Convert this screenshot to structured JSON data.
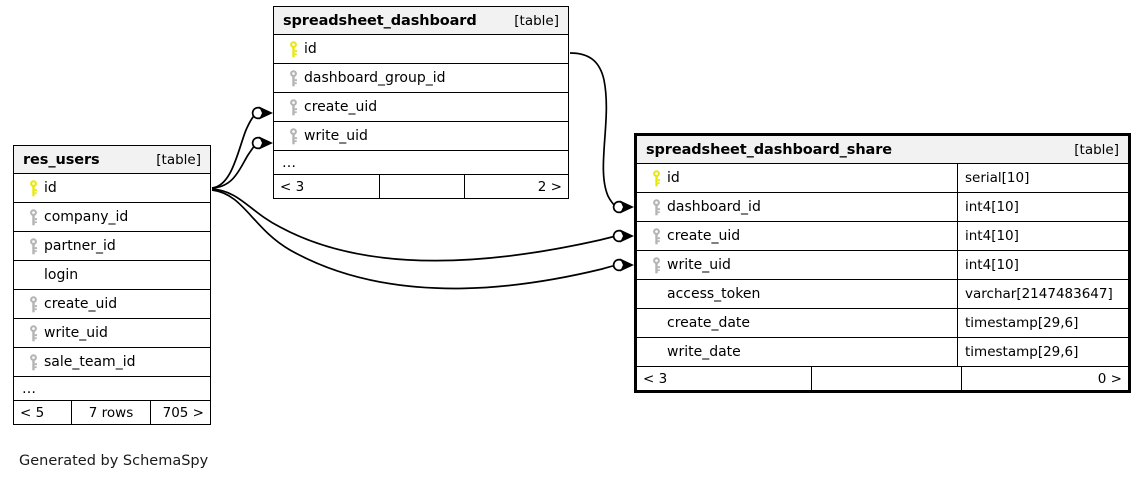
{
  "diagram": {
    "tool": "SchemaSpy",
    "credit": "Generated by SchemaSpy",
    "table_tag": "[table]",
    "ellipsis": "…",
    "colors": {
      "primary_key_icon": "#e8e80d",
      "foreign_key_icon": "#b4b4b4",
      "table_border": "#000000",
      "header_background": "#f2f2f2",
      "page_background": "#ffffff",
      "text": "#000000"
    }
  },
  "tables": {
    "res_users": {
      "name": "res_users",
      "tag": "[table]",
      "columns": [
        {
          "name": "id",
          "key": "primary"
        },
        {
          "name": "company_id",
          "key": "foreign"
        },
        {
          "name": "partner_id",
          "key": "foreign"
        },
        {
          "name": "login",
          "key": "none"
        },
        {
          "name": "create_uid",
          "key": "foreign"
        },
        {
          "name": "write_uid",
          "key": "foreign"
        },
        {
          "name": "sale_team_id",
          "key": "foreign"
        }
      ],
      "ellipsis": "…",
      "footer": {
        "left": "< 5",
        "center": "7 rows",
        "right": "705 >"
      }
    },
    "spreadsheet_dashboard": {
      "name": "spreadsheet_dashboard",
      "tag": "[table]",
      "columns": [
        {
          "name": "id",
          "key": "primary"
        },
        {
          "name": "dashboard_group_id",
          "key": "foreign"
        },
        {
          "name": "create_uid",
          "key": "foreign"
        },
        {
          "name": "write_uid",
          "key": "foreign"
        }
      ],
      "ellipsis": "…",
      "footer": {
        "left": "< 3",
        "center": "",
        "right": "2 >"
      }
    },
    "spreadsheet_dashboard_share": {
      "name": "spreadsheet_dashboard_share",
      "tag": "[table]",
      "focal": true,
      "columns": [
        {
          "name": "id",
          "type": "serial[10]",
          "key": "primary"
        },
        {
          "name": "dashboard_id",
          "type": "int4[10]",
          "key": "foreign"
        },
        {
          "name": "create_uid",
          "type": "int4[10]",
          "key": "foreign"
        },
        {
          "name": "write_uid",
          "type": "int4[10]",
          "key": "foreign"
        },
        {
          "name": "access_token",
          "type": "varchar[2147483647]",
          "key": "none"
        },
        {
          "name": "create_date",
          "type": "timestamp[29,6]",
          "key": "none"
        },
        {
          "name": "write_date",
          "type": "timestamp[29,6]",
          "key": "none"
        }
      ],
      "footer": {
        "left": "< 3",
        "center": "",
        "right": "0 >"
      }
    }
  },
  "relationships": [
    {
      "from_table": "res_users",
      "from_column": "id",
      "to_table": "spreadsheet_dashboard",
      "to_column": "create_uid"
    },
    {
      "from_table": "res_users",
      "from_column": "id",
      "to_table": "spreadsheet_dashboard",
      "to_column": "write_uid"
    },
    {
      "from_table": "res_users",
      "from_column": "id",
      "to_table": "spreadsheet_dashboard_share",
      "to_column": "create_uid"
    },
    {
      "from_table": "res_users",
      "from_column": "id",
      "to_table": "spreadsheet_dashboard_share",
      "to_column": "write_uid"
    },
    {
      "from_table": "spreadsheet_dashboard",
      "from_column": "id",
      "to_table": "spreadsheet_dashboard_share",
      "to_column": "dashboard_id"
    }
  ]
}
